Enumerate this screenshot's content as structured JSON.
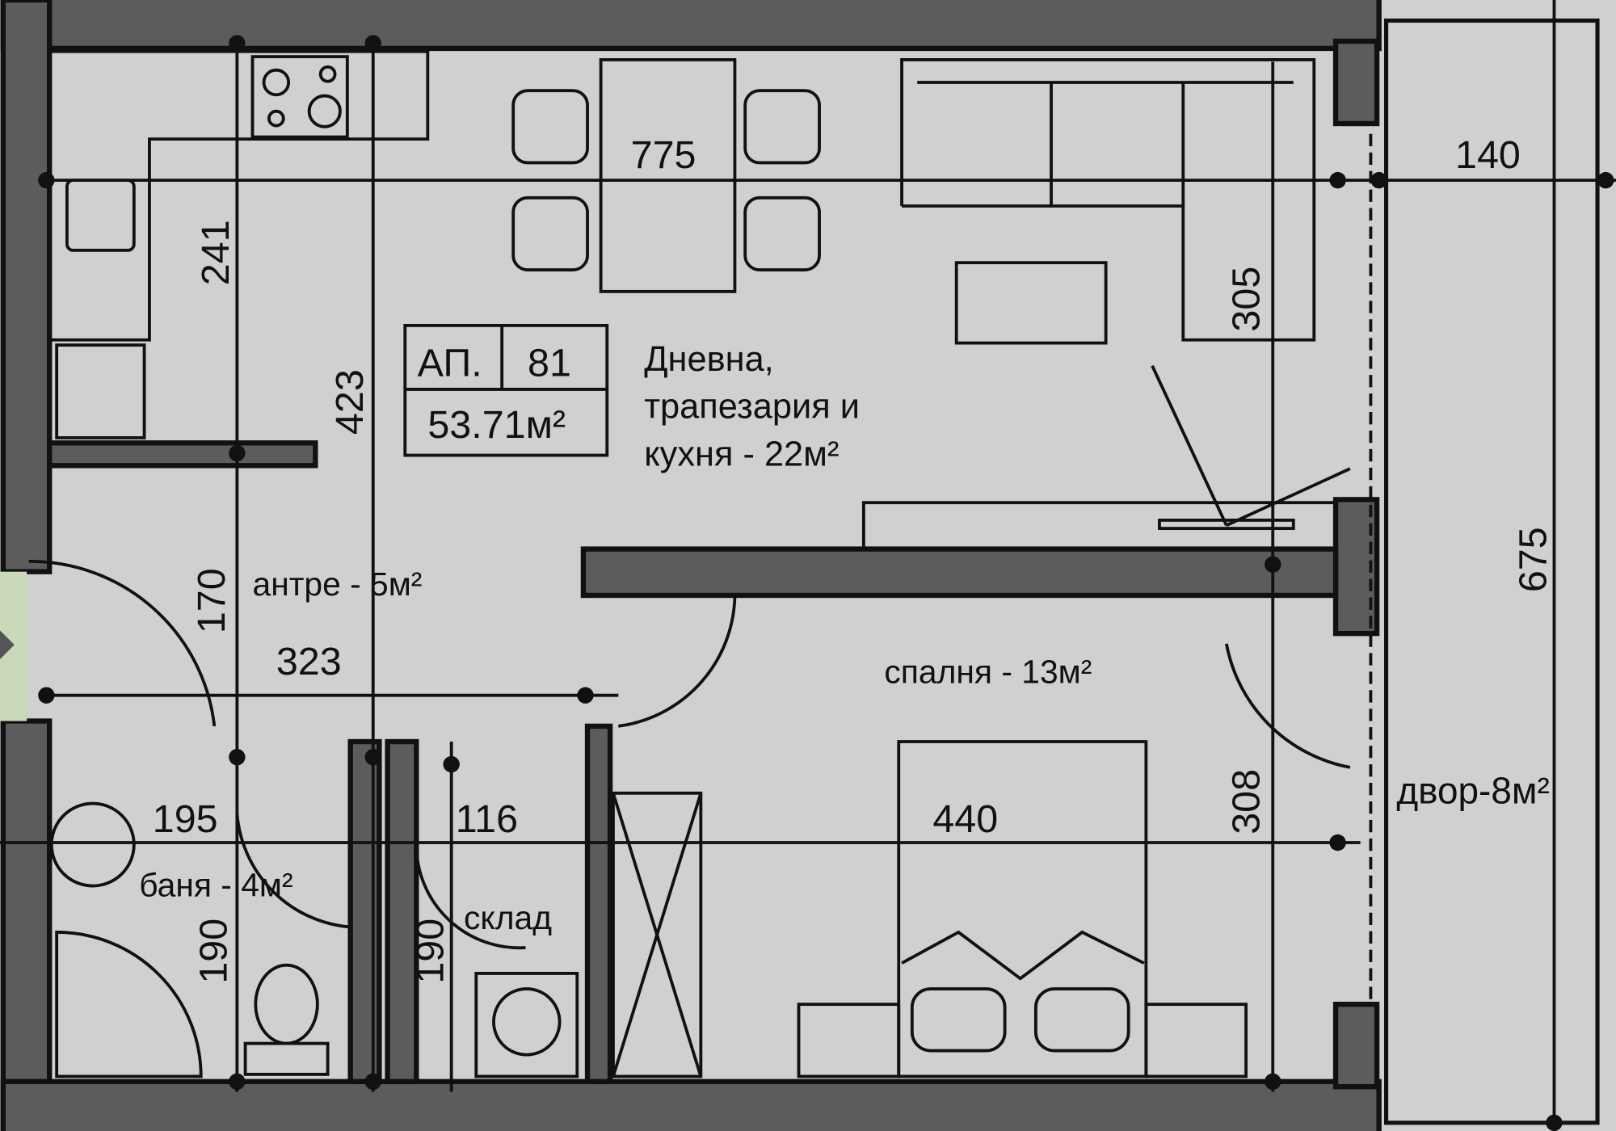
{
  "apartment": {
    "label": "АП.",
    "number": "81",
    "area": "53.71м²"
  },
  "rooms": {
    "living_line1": "Дневна,",
    "living_line2": "трапезария и",
    "living_line3": "кухня - 22м²",
    "hall": "антре - 5м²",
    "bedroom": "спалня - 13м²",
    "bath": "баня - 4м²",
    "storage": "склад",
    "yard": "двор-8м²"
  },
  "dimensions": {
    "d775": "775",
    "d140": "140",
    "d241": "241",
    "d305": "305",
    "d423": "423",
    "d675": "675",
    "d170": "170",
    "d323": "323",
    "d195": "195",
    "d116": "116",
    "d440": "440",
    "d308": "308",
    "d190a": "190",
    "d190b": "190"
  },
  "colors": {
    "floor": "#d0d0d0",
    "wall": "#5c5c5c",
    "line": "#111111",
    "entrance": "#c9d9b9"
  }
}
